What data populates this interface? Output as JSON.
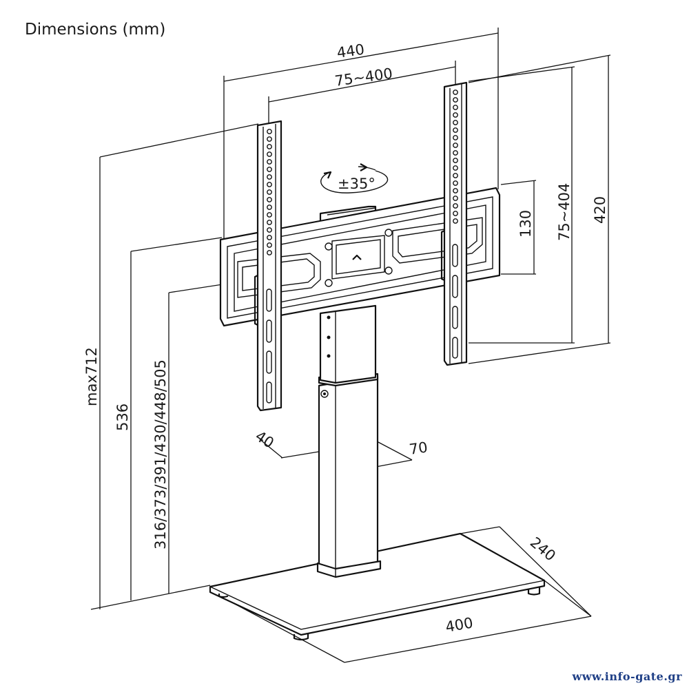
{
  "header": {
    "title": "Dimensions (mm)"
  },
  "labels": {
    "overall_width": "440",
    "vesa_horizontal": "75~400",
    "rotation": "±35°",
    "plate_height": "130",
    "vesa_vertical": "75~404",
    "overall_height": "420",
    "max_height": "max712",
    "height_536": "536",
    "height_options": "316/373/391/430/448/505",
    "column_depth": "40",
    "column_width": "70",
    "base_depth": "240",
    "base_width": "400"
  },
  "footer": {
    "watermark": "www.info-gate.gr"
  }
}
